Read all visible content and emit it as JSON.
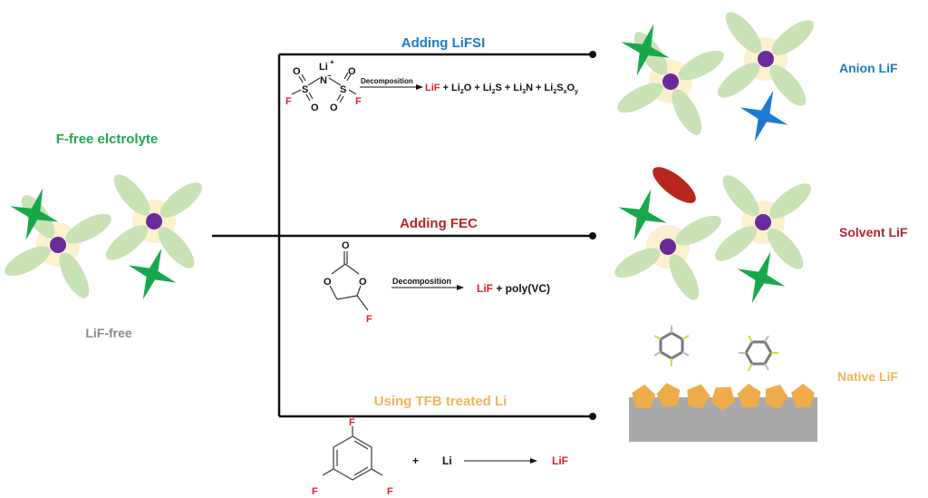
{
  "colors": {
    "line": "#111111",
    "green_title": "#22a84a",
    "blue_title": "#1f7bc8",
    "red_title": "#b5262a",
    "orange_title": "#efb65a",
    "gray_title": "#8a8a8a",
    "red_atom": "#e0202a",
    "solvent_petal": "#c9e2b6",
    "shell": "#fdf0cf",
    "li_ion": "#6a2b9a",
    "anion_green": "#18a84c",
    "anion_blue": "#1c7bd0",
    "fec_red": "#b8261f",
    "li_metal": "#a9a9a9",
    "lif_crystal": "#efac4a"
  },
  "left": {
    "title": "F-free elctrolyte",
    "caption": "LiF-free"
  },
  "routes": [
    {
      "label": "Adding LiFSI",
      "molecule": {
        "atoms": [
          "Li",
          "+",
          "N",
          "−",
          "S",
          "S",
          "O",
          "O",
          "O",
          "O",
          "F",
          "F"
        ]
      },
      "arrow_label": "Decomposition",
      "products": {
        "lif": "LiF",
        "rest": [
          {
            "base": " + Li",
            "sub": "2",
            "tail": "O"
          },
          {
            "base": " + Li",
            "sub": "2",
            "tail": "S"
          },
          {
            "base": " + Li",
            "sub": "3",
            "tail": "N"
          },
          {
            "base": " + Li",
            "sub": "2",
            "tail": "S",
            "sub2": "x",
            "tail2": "O",
            "sub3": "y"
          }
        ]
      },
      "result_label": "Anion LiF"
    },
    {
      "label": "Adding FEC",
      "molecule": {
        "atoms": [
          "O",
          "O",
          "O",
          "F"
        ]
      },
      "arrow_label": "Decomposition",
      "products": {
        "lif": "LiF",
        "rest_text": " + poly(VC)"
      },
      "result_label": "Solvent LiF"
    },
    {
      "label": "Using TFB treated Li",
      "molecule": {
        "atoms": [
          "F",
          "F",
          "F"
        ]
      },
      "plus": "+",
      "reactant": "Li",
      "products": {
        "lif": "LiF"
      },
      "result_label": "Native LiF"
    }
  ]
}
